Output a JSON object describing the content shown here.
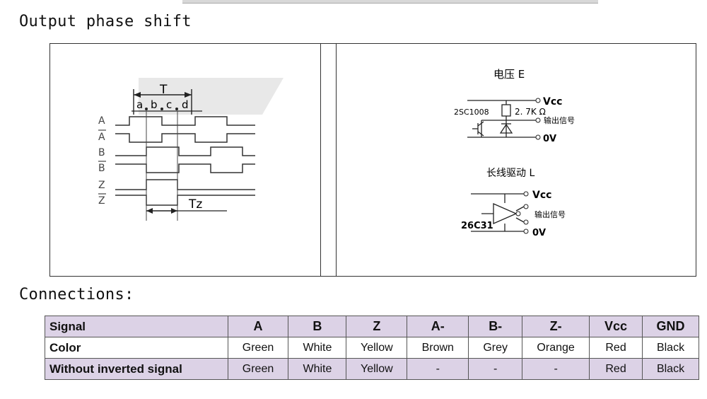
{
  "headings": {
    "phase": "Output phase shift",
    "connections": "Connections:"
  },
  "timing": {
    "period_label": "T",
    "sub_labels": [
      "a",
      "b",
      "c",
      "d"
    ],
    "signals": [
      "A",
      "A",
      "B",
      "B",
      "Z",
      "Z"
    ],
    "tz_label": "Tz"
  },
  "circuit_e": {
    "title": "电压 E",
    "vcc": "Vcc",
    "transistor": "2SC1008",
    "resistor": "2. 7K Ω",
    "output": "输出信号",
    "zero": "0V"
  },
  "circuit_l": {
    "title": "长线驱动 L",
    "vcc": "Vcc",
    "chip": "26C31",
    "output": "输出信号",
    "zero": "0V"
  },
  "table": {
    "header": [
      "Signal",
      "A",
      "B",
      "Z",
      "A-",
      "B-",
      "Z-",
      "Vcc",
      "GND"
    ],
    "rows": [
      [
        "Color",
        "Green",
        "White",
        "Yellow",
        "Brown",
        "Grey",
        "Orange",
        "Red",
        "Black"
      ],
      [
        "Without inverted signal",
        "Green",
        "White",
        "Yellow",
        "-",
        "-",
        "-",
        "Red",
        "Black"
      ]
    ]
  }
}
